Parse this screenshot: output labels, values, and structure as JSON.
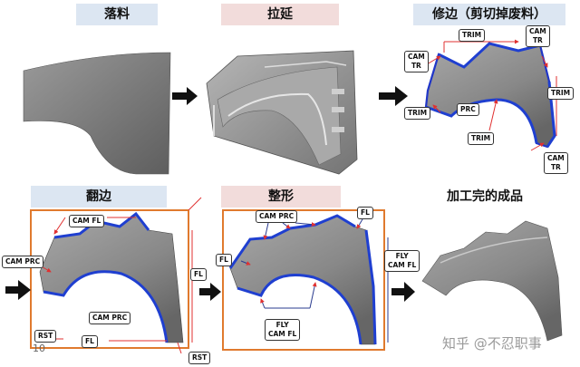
{
  "captions": {
    "blanking": "落料",
    "drawing": "拉延",
    "trimming": "修边（剪切掉废料）",
    "flanging": "翻边",
    "restrike": "整形",
    "finished": "加工完的成品"
  },
  "trim_labels": {
    "trim_top": "TRIM",
    "cam_tr_left": "CAM\nTR",
    "cam_tr_right": "CAM\nTR",
    "trim_left": "TRIM",
    "prc": "PRC",
    "trim_right": "TRIM",
    "trim_bottom": "TRIM",
    "cam_tr_bottom": "CAM\nTR"
  },
  "flange_labels": {
    "cam_fl": "CAM FL",
    "cam_prc_left": "CAM PRC",
    "fl_right": "FL",
    "cam_prc_bottom": "CAM PRC",
    "rst_left": "RST",
    "fl_bottom": "FL",
    "rst_right": "RST"
  },
  "restrike_labels": {
    "cam_prc": "CAM PRC",
    "fl_top": "FL",
    "fl_left": "FL",
    "fly_cam_fl_bottom": "FLY\nCAM FL",
    "fly_cam_fl_right": "FLY\nCAM FL"
  },
  "page_number": "10",
  "watermark": "知乎 @不忍职事",
  "colors": {
    "trim_line": "#1f3fd0",
    "annotation": "#e03030",
    "frame": "#e07a2e"
  }
}
